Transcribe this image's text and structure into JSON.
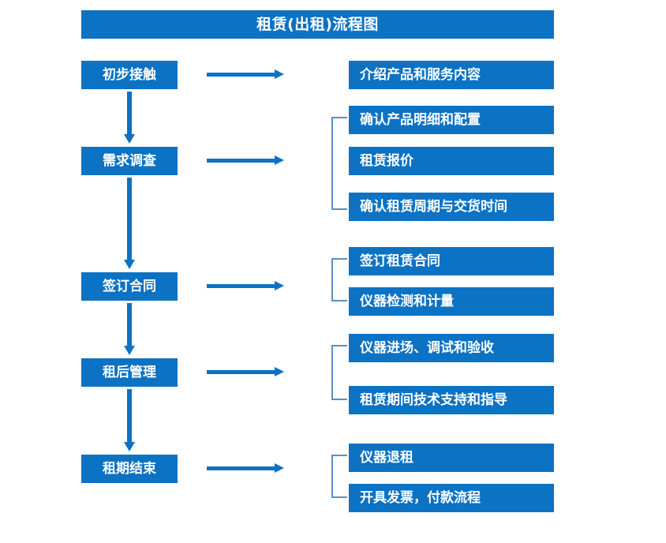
{
  "diagram": {
    "title": "租赁(出租)流程图",
    "accent_color": "#0B72C4",
    "bracket_color": "#5B8FC0",
    "text_color": "#FFFFFF",
    "background_color": "#FFFFFF"
  },
  "stages": [
    {
      "id": "stage-1",
      "label": "初步接触"
    },
    {
      "id": "stage-2",
      "label": "需求调查"
    },
    {
      "id": "stage-3",
      "label": "签订合同"
    },
    {
      "id": "stage-4",
      "label": "租后管理"
    },
    {
      "id": "stage-5",
      "label": "租期结束"
    }
  ],
  "details": [
    {
      "id": "detail-1",
      "label": "介绍产品和服务内容"
    },
    {
      "id": "detail-2",
      "label": "确认产品明细和配置"
    },
    {
      "id": "detail-3",
      "label": "租赁报价"
    },
    {
      "id": "detail-4",
      "label": "确认租赁周期与交货时间"
    },
    {
      "id": "detail-5",
      "label": "签订租赁合同"
    },
    {
      "id": "detail-6",
      "label": "仪器检测和计量"
    },
    {
      "id": "detail-7",
      "label": "仪器进场、调试和验收"
    },
    {
      "id": "detail-8",
      "label": "租赁期间技术支持和指导"
    },
    {
      "id": "detail-9",
      "label": "仪器退租"
    },
    {
      "id": "detail-10",
      "label": "开具发票，付款流程"
    }
  ],
  "connectors": {
    "horizontal_arrows": 5,
    "vertical_arrows": 4,
    "group_brackets": 4
  }
}
